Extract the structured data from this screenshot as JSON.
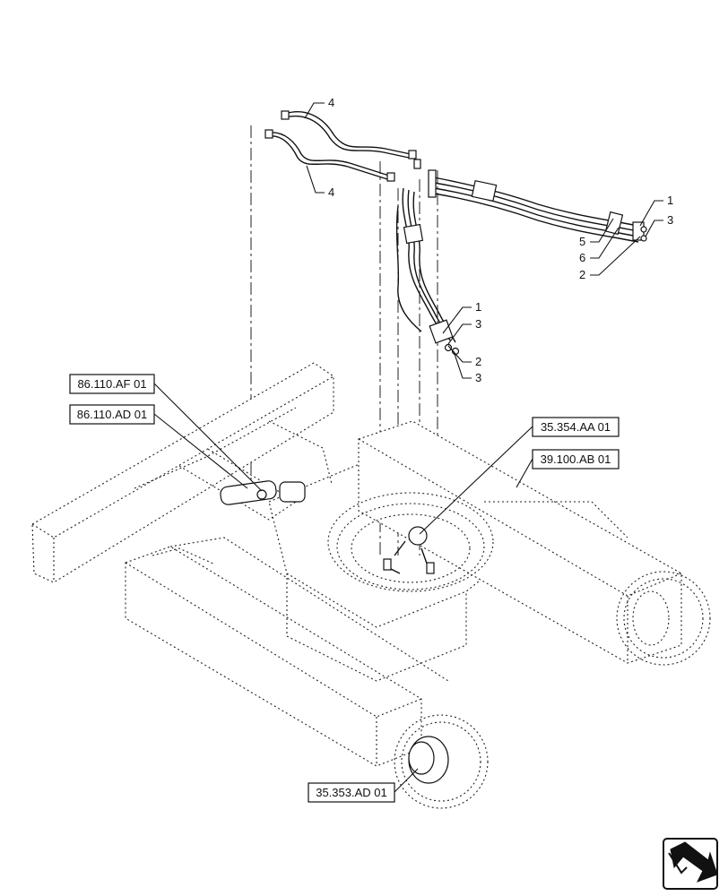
{
  "reference_labels": {
    "r86110af": "86.110.AF 01",
    "r86110ad": "86.110.AD 01",
    "r35354aa": "35.354.AA 01",
    "r39100ab": "39.100.AB 01",
    "r35353ad": "35.353.AD 01"
  },
  "callouts": {
    "top_hose_upper": "4",
    "top_hose_lower": "4",
    "right_1": "1",
    "right_3": "3",
    "right_5": "5",
    "right_6": "6",
    "right_2": "2",
    "mid_1": "1",
    "mid_3a": "3",
    "mid_2": "2",
    "mid_3b": "3"
  },
  "icons": {
    "nav_arrow": "next-page-arrow-icon"
  }
}
